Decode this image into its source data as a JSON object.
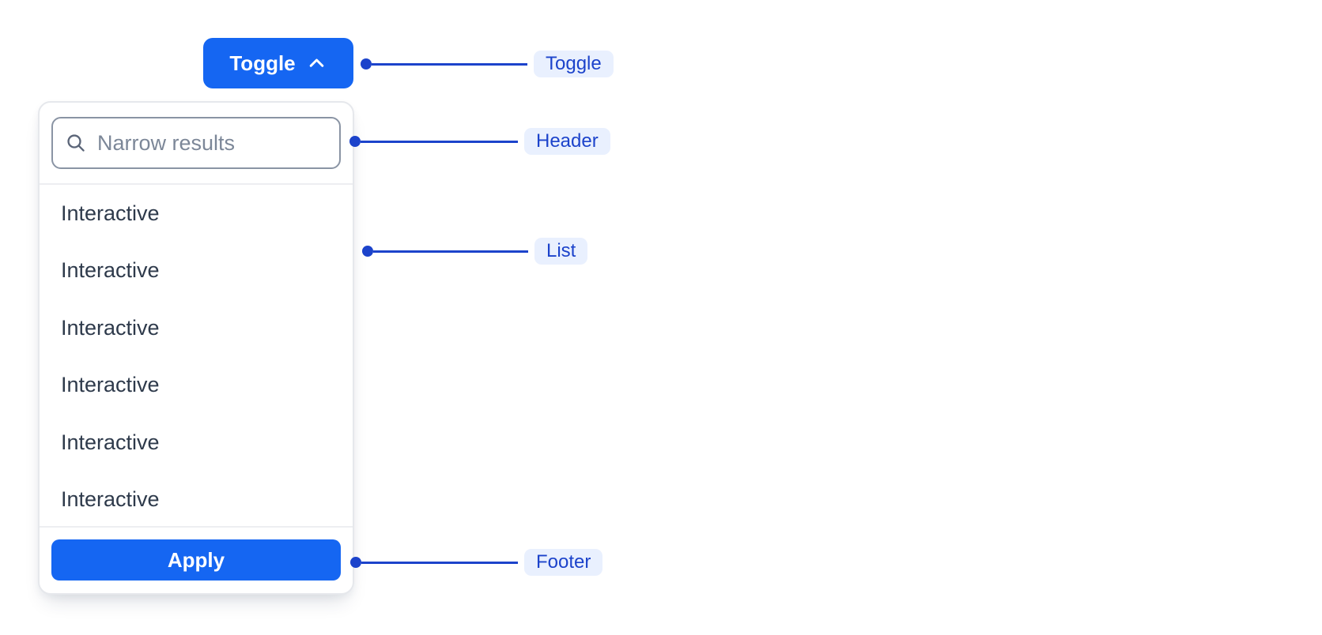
{
  "toggle_button": {
    "label": "Toggle",
    "icon": "chevron-up-icon"
  },
  "dropdown": {
    "header": {
      "icon": "search-icon",
      "search_placeholder": "Narrow results",
      "search_value": ""
    },
    "list": {
      "items": [
        "Interactive",
        "Interactive",
        "Interactive",
        "Interactive",
        "Interactive",
        "Interactive"
      ]
    },
    "footer": {
      "apply_label": "Apply"
    }
  },
  "annotations": [
    {
      "id": "toggle",
      "label": "Toggle"
    },
    {
      "id": "header",
      "label": "Header"
    },
    {
      "id": "list",
      "label": "List"
    },
    {
      "id": "footer",
      "label": "Footer"
    }
  ],
  "colors": {
    "brand_blue": "#1566F2",
    "annotation_blue": "#1C43CB",
    "annotation_pill_bg": "#E9F0FE"
  }
}
